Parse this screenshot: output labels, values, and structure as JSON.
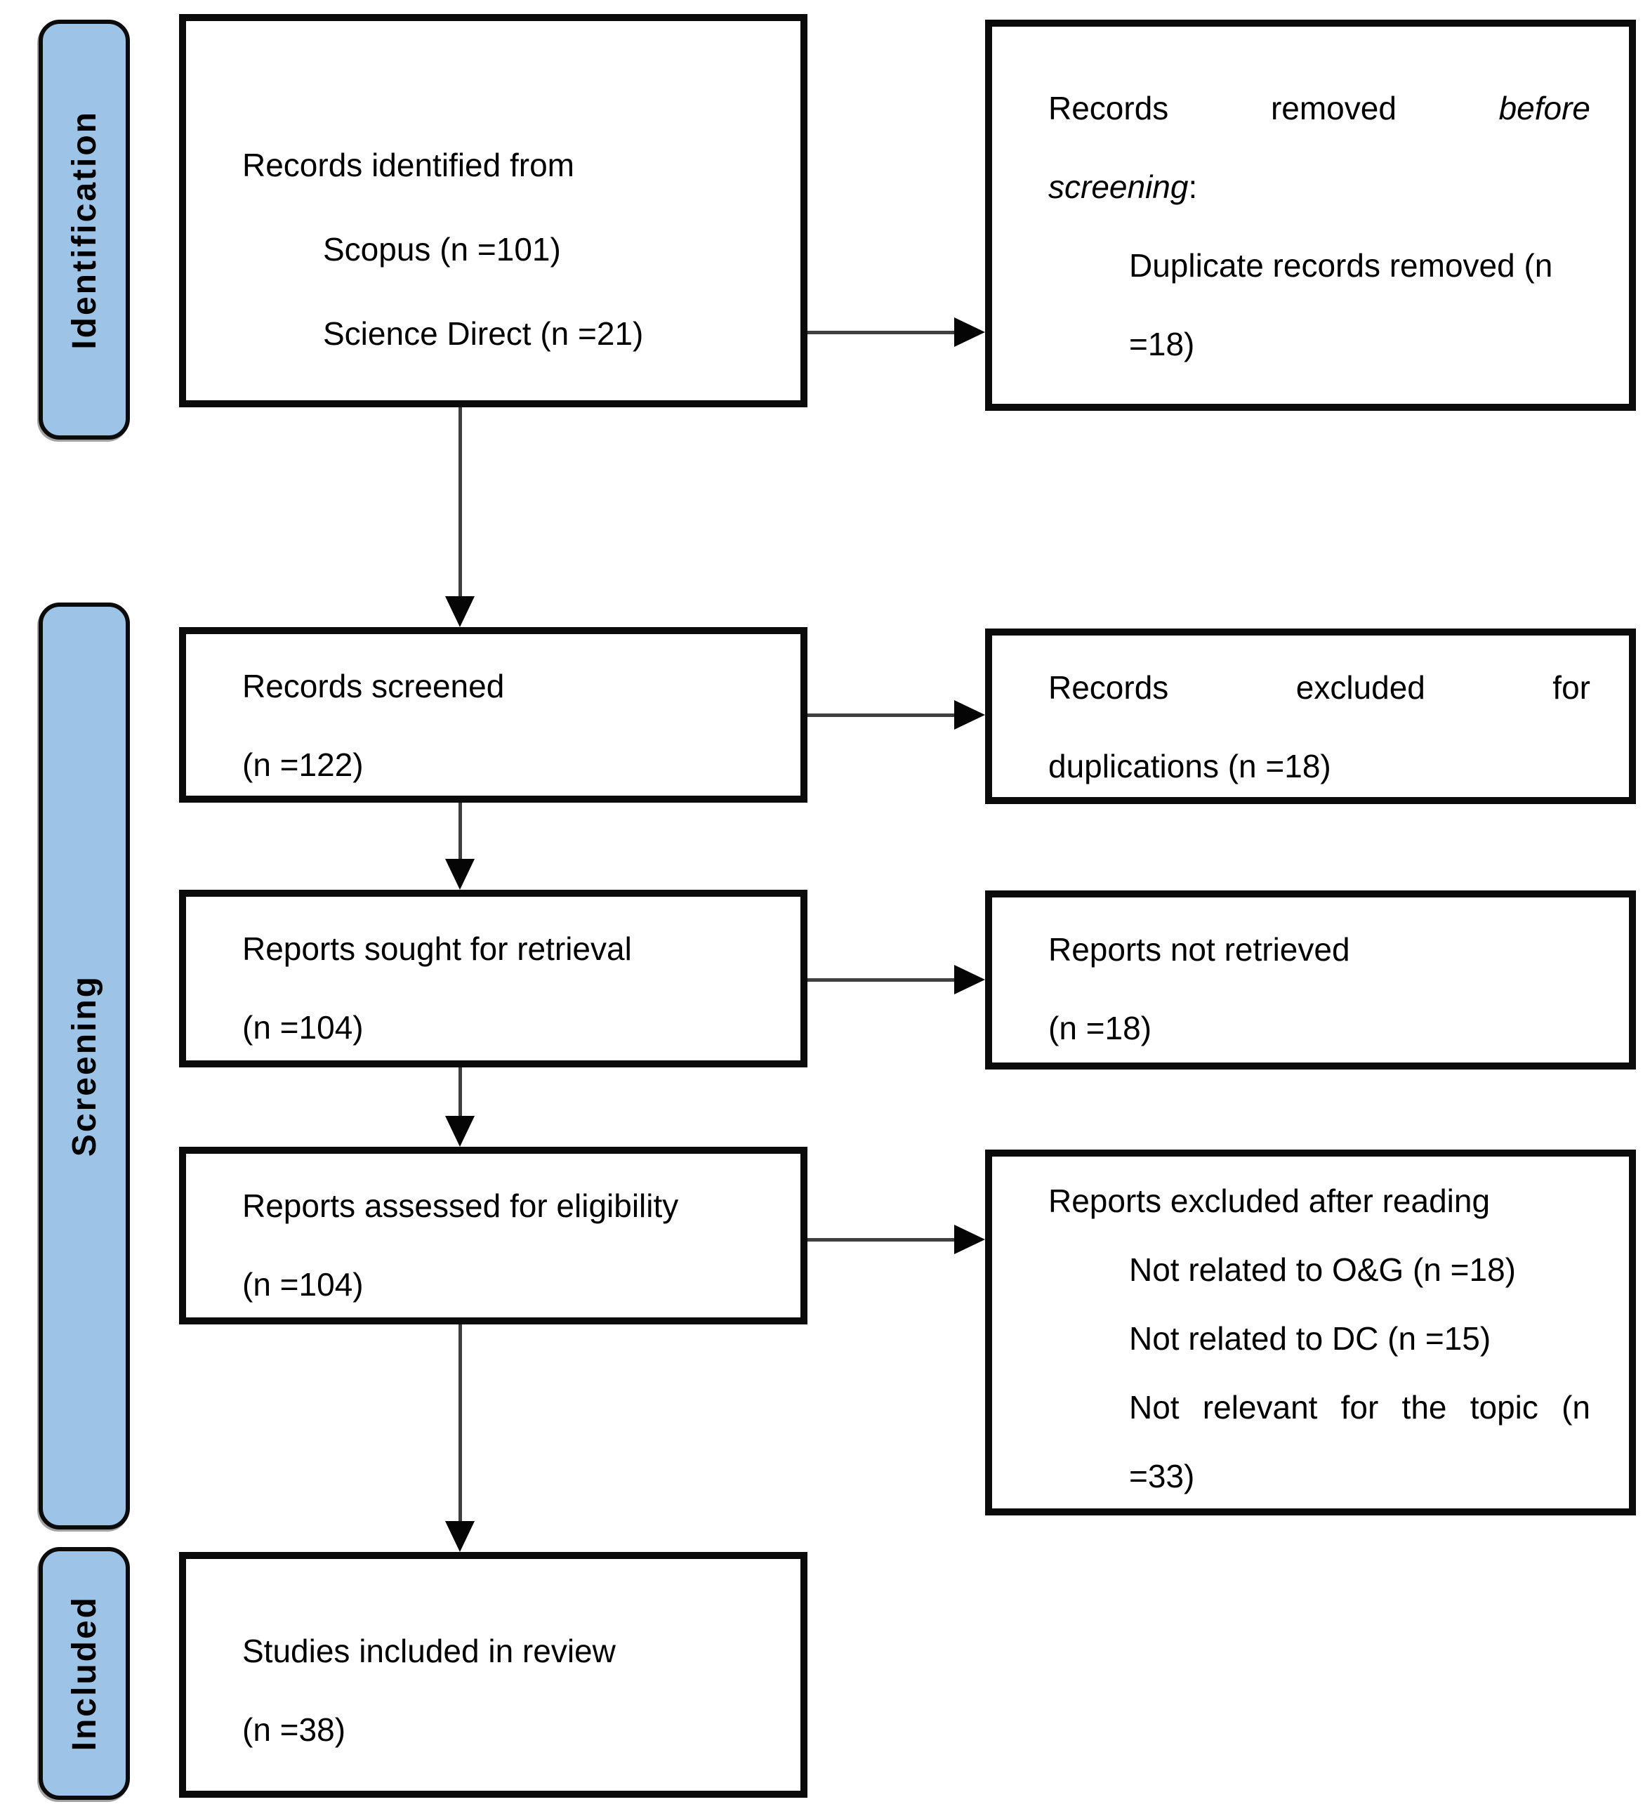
{
  "palette": {
    "pill_fill": "#9DC3E6",
    "border": "#000000",
    "arrow_line": "#3f3f3f",
    "background": "#ffffff"
  },
  "stages": {
    "identification": "Identification",
    "screening": "Screening",
    "included": "Included"
  },
  "boxes": {
    "records_identified": {
      "title": "Records identified from",
      "source_1": "Scopus (n =101)",
      "source_2": "Science Direct (n =21)"
    },
    "records_removed": {
      "line1_w1": "Records",
      "line1_w2": "removed",
      "line1_w3_italic": "before",
      "line2_italic": "screening",
      "line2_colon": ":",
      "detail_1": "Duplicate records removed (n",
      "detail_2": "=18)"
    },
    "records_screened": {
      "line1": "Records screened",
      "line2": "(n =122)"
    },
    "records_excluded_duplications": {
      "line1": "Records excluded for",
      "line2": "duplications (n =18)"
    },
    "reports_sought": {
      "line1": "Reports sought for retrieval",
      "line2": "(n =104)"
    },
    "reports_not_retrieved": {
      "line1": "Reports not retrieved",
      "line2": "(n =18)"
    },
    "reports_assessed": {
      "line1": "Reports assessed for eligibility",
      "line2": "(n =104)"
    },
    "reports_excluded_reading": {
      "title": "Reports excluded after reading",
      "reason_1": "Not related to O&G (n =18)",
      "reason_2": "Not related to DC (n =15)",
      "reason_3_line1": "Not relevant for the topic (n",
      "reason_3_line2": "=33)"
    },
    "studies_included": {
      "line1": "Studies included in review",
      "line2": "(n =38)"
    }
  }
}
